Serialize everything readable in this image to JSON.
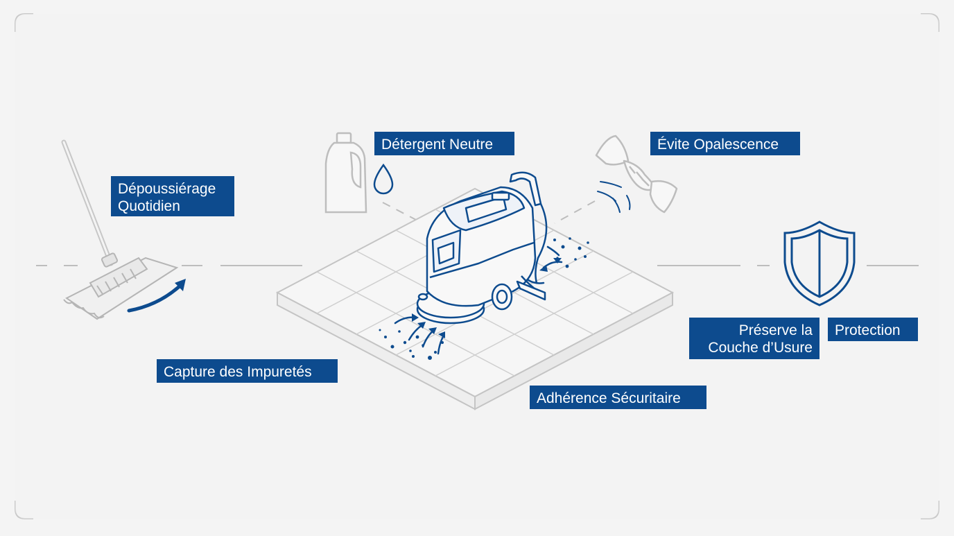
{
  "colors": {
    "background": "#f4f4f4",
    "label_background": "#0d4b8e",
    "label_text": "#ffffff",
    "accent_line": "#0d4b8e",
    "outline_gray": "#bdbdbd"
  },
  "labels": {
    "depoussierage": [
      "Dépoussiérage",
      "Quotidien"
    ],
    "detergent": "Détergent Neutre",
    "opalescence": "Évite Opalescence",
    "capture": "Capture des Impuretés",
    "adherence": "Adhérence Sécuritaire",
    "preserve": [
      "Préserve la",
      "Couche d’Usure"
    ],
    "protection": "Protection"
  },
  "icons": {
    "mop": "dust-mop-icon",
    "bottle": "detergent-bottle-icon",
    "drop": "water-drop-icon",
    "cloth": "microfiber-cloth-icon",
    "shield": "shield-icon",
    "scrubber": "floor-scrubber-machine-icon",
    "floor": "tiled-floor-slab"
  }
}
